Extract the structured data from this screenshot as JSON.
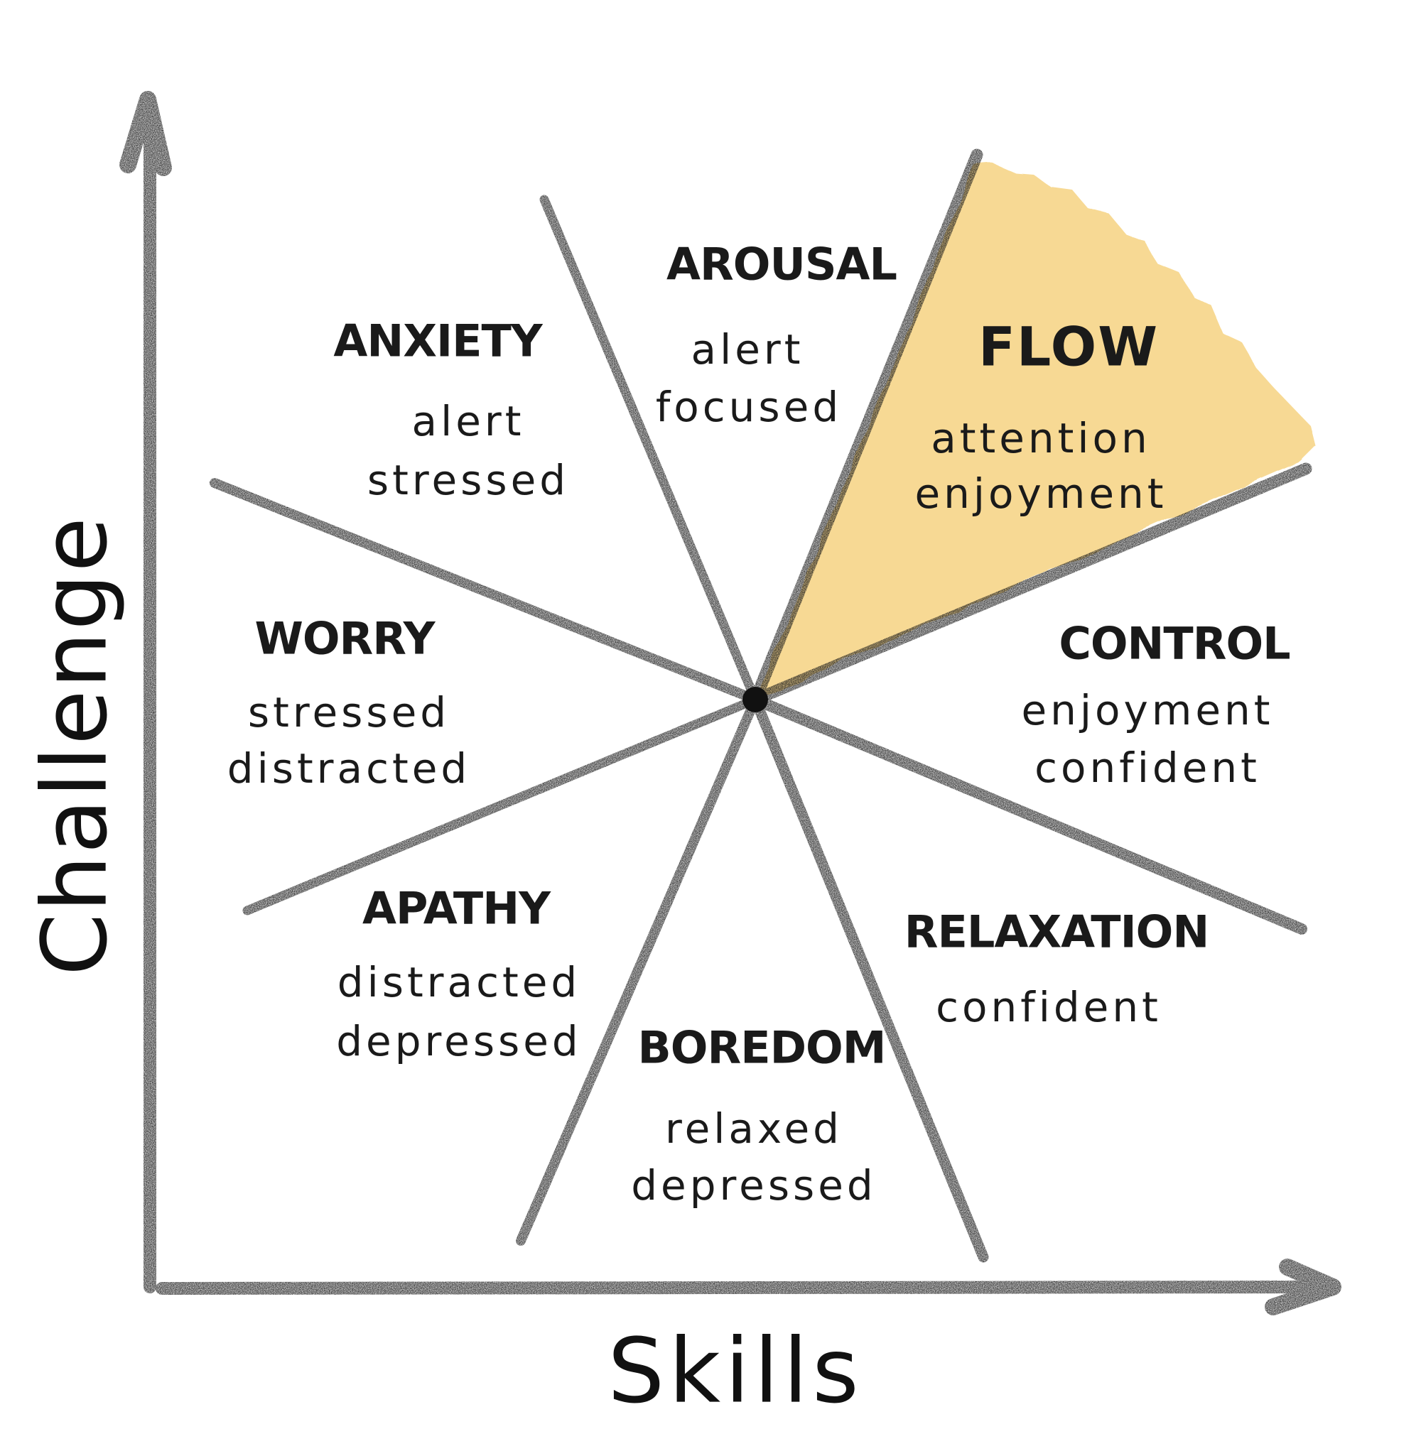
{
  "diagram": {
    "title": "Flow model: Challenge vs Skills",
    "axes": {
      "x_label": "Skills",
      "y_label": "Challenge"
    },
    "colors": {
      "ink": "#1a1a1a",
      "flow_highlight": "#f7d88f",
      "background": "#ffffff"
    },
    "zones": {
      "arousal": {
        "title": "AROUSAL",
        "lines": [
          "alert",
          "focused"
        ]
      },
      "flow": {
        "title": "FLOW",
        "lines": [
          "attention",
          "enjoyment"
        ],
        "highlighted": true
      },
      "control": {
        "title": "CONTROL",
        "lines": [
          "enjoyment",
          "confident"
        ]
      },
      "relaxation": {
        "title": "RELAXATION",
        "lines": [
          "confident"
        ]
      },
      "boredom": {
        "title": "BOREDOM",
        "lines": [
          "relaxed",
          "depressed"
        ]
      },
      "apathy": {
        "title": "APATHY",
        "lines": [
          "distracted",
          "depressed"
        ]
      },
      "worry": {
        "title": "WORRY",
        "lines": [
          "stressed",
          "distracted"
        ]
      },
      "anxiety": {
        "title": "ANXIETY",
        "lines": [
          "alert",
          "stressed"
        ]
      }
    }
  },
  "chart_data": {
    "type": "radial-sectors",
    "title": "",
    "xlabel": "Skills",
    "ylabel": "Challenge",
    "center": [
      1063,
      985
    ],
    "sectors_clockwise_from_top": [
      {
        "name": "AROUSAL",
        "states": [
          "alert",
          "focused"
        ]
      },
      {
        "name": "FLOW",
        "states": [
          "attention",
          "enjoyment"
        ],
        "highlighted": true
      },
      {
        "name": "CONTROL",
        "states": [
          "enjoyment",
          "confident"
        ]
      },
      {
        "name": "RELAXATION",
        "states": [
          "confident"
        ]
      },
      {
        "name": "BOREDOM",
        "states": [
          "relaxed",
          "depressed"
        ]
      },
      {
        "name": "APATHY",
        "states": [
          "distracted",
          "depressed"
        ]
      },
      {
        "name": "WORRY",
        "states": [
          "stressed",
          "distracted"
        ]
      },
      {
        "name": "ANXIETY",
        "states": [
          "alert",
          "stressed"
        ]
      }
    ]
  }
}
